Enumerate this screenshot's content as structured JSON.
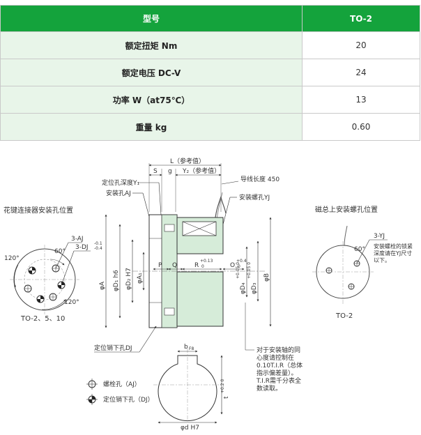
{
  "table": {
    "header": {
      "key": "型号",
      "value": "TO-2"
    },
    "rows": [
      {
        "key": "额定扭矩 Nm",
        "value": "20"
      },
      {
        "key": "额定电压 DC-V",
        "value": "24"
      },
      {
        "key": "功率 W（at75℃）",
        "value": "13"
      },
      {
        "key": "重量 kg",
        "value": "0.60"
      }
    ]
  },
  "drawing": {
    "left_title": "花键连接器安装孔位置",
    "left_3aj": "3-AJ",
    "left_3dj": "3-DJ",
    "left_3dj_tol_upper": "-0.1",
    "left_3dj_tol_lower": "-0.4",
    "left_angle_60": "60°",
    "left_angle_120a": "120°",
    "left_angle_120b": "120°",
    "left_caption": "TO-2、5、10",
    "dim_L": "L（参考值）",
    "dim_S": "S",
    "dim_g": "g",
    "dim_Y2": "Y₂（参考值）",
    "lead_length": "导线长度 450",
    "label_y1": "定位孔深度Y₁",
    "label_aj": "安装孔AJ",
    "label_yj": "安装螺孔YJ",
    "dim_P": "P",
    "dim_Q": "Q",
    "dim_R": "R",
    "dim_R_tol": "+0.13",
    "dim_R_tol0": "0",
    "dim_O": "O",
    "dim_O_tol": "+0.4",
    "dim_O_tol0": "0",
    "dim_phiA": "φA",
    "dim_phiD1": "φD₁ h6",
    "dim_phiD2": "φD₂ H7",
    "dim_phiA1": "φA₁",
    "dim_phiD4": "φD₄",
    "dim_phiD4_tol": "+0.05 0",
    "dim_phiD3": "φD₃",
    "dim_phiD3_tol": "+0.05 0",
    "dim_phiB": "φB",
    "label_dj": "定位销下孔DJ",
    "note_lines": [
      "对于安装轴的同",
      "心度请控制在",
      "0.10T.I.R（总体",
      "指示偏差量）。",
      "T.I.R需千分表全",
      "数读取。"
    ],
    "right_title": "磁总上安装螺孔位置",
    "right_3yj": "3-YJ",
    "right_angle_60": "60°",
    "right_note_lines": [
      "安装螺栓的锁紧",
      "深度请在YJ尺寸",
      "以下。"
    ],
    "right_caption": "TO-2",
    "dim_b": "b",
    "dim_b_tol": "F8",
    "dim_t": "t",
    "dim_t_tol": "+0.2 0",
    "dim_phid": "φd H7",
    "legend_bolt": "螺栓孔（AJ）",
    "legend_pin": "定位销下孔（DJ）"
  }
}
